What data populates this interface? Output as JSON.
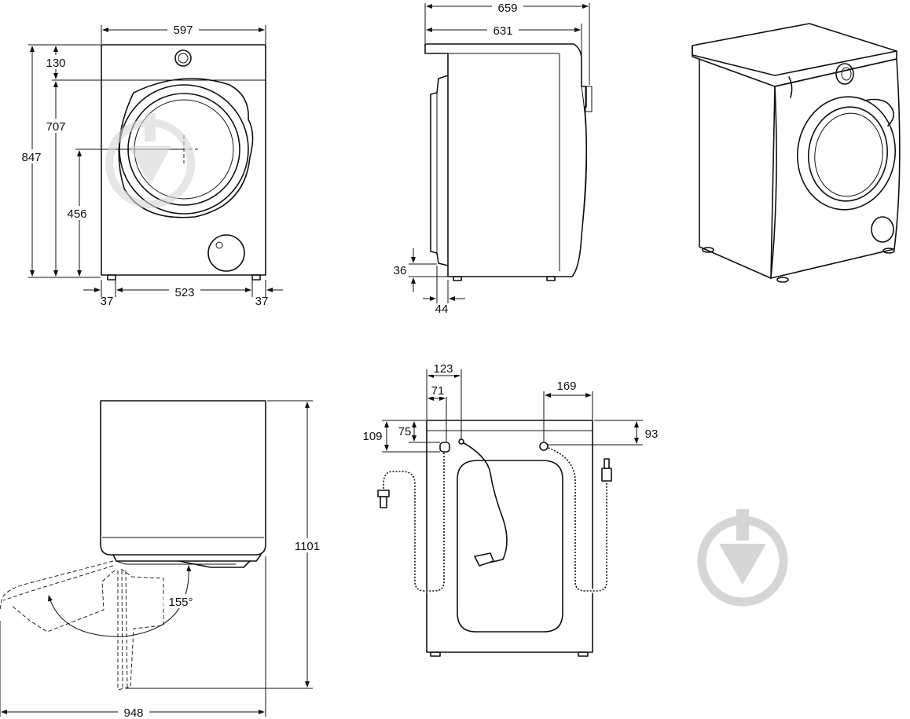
{
  "dimensions": {
    "front": {
      "width_total": "597",
      "height_total": "847",
      "top_panel": "130",
      "door_top": "707",
      "door_center": "456",
      "foot_offset_left": "37",
      "foot_span": "523",
      "foot_offset_right": "37"
    },
    "side": {
      "depth_total": "659",
      "depth_body": "631",
      "foot_height": "36",
      "foot_inset": "44"
    },
    "door_swing": {
      "overall_height": "1101",
      "opening_angle": "155°",
      "overall_depth": "948"
    },
    "rear": {
      "drain_outer": "123",
      "drain_inner": "71",
      "inlet_offset": "169",
      "drain_height_outer": "109",
      "drain_height_inner": "75",
      "inlet_height": "93"
    }
  },
  "colors": {
    "line": "#111111",
    "watermark": "#d6d6d6",
    "background": "#ffffff"
  },
  "icons": [
    "watermark-logo-icon"
  ]
}
